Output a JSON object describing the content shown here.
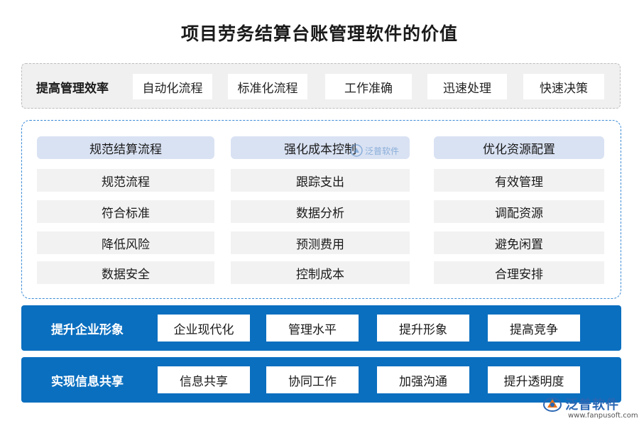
{
  "title": "项目劳务结算台账管理软件的价值",
  "management_efficiency": {
    "label": "提高管理效率",
    "items": [
      "自动化流程",
      "标准化流程",
      "工作准确",
      "迅速处理",
      "快速决策"
    ]
  },
  "columns": [
    {
      "header": "规范结算流程",
      "items": [
        "规范流程",
        "符合标准",
        "降低风险",
        "数据安全"
      ]
    },
    {
      "header": "强化成本控制",
      "items": [
        "跟踪支出",
        "数据分析",
        "预测费用",
        "控制成本"
      ]
    },
    {
      "header": "优化资源配置",
      "items": [
        "有效管理",
        "调配资源",
        "避免闲置",
        "合理安排"
      ]
    }
  ],
  "enterprise_image": {
    "label": "提升企业形象",
    "items": [
      "企业现代化",
      "管理水平",
      "提升形象",
      "提高竞争"
    ]
  },
  "info_sharing": {
    "label": "实现信息共享",
    "items": [
      "信息共享",
      "协同工作",
      "加强沟通",
      "提升透明度"
    ]
  },
  "watermark": {
    "text": "泛普软件"
  },
  "logo": {
    "text": "泛普软件",
    "url": "www.fanpusoft.com",
    "color": "#2a66b3"
  }
}
